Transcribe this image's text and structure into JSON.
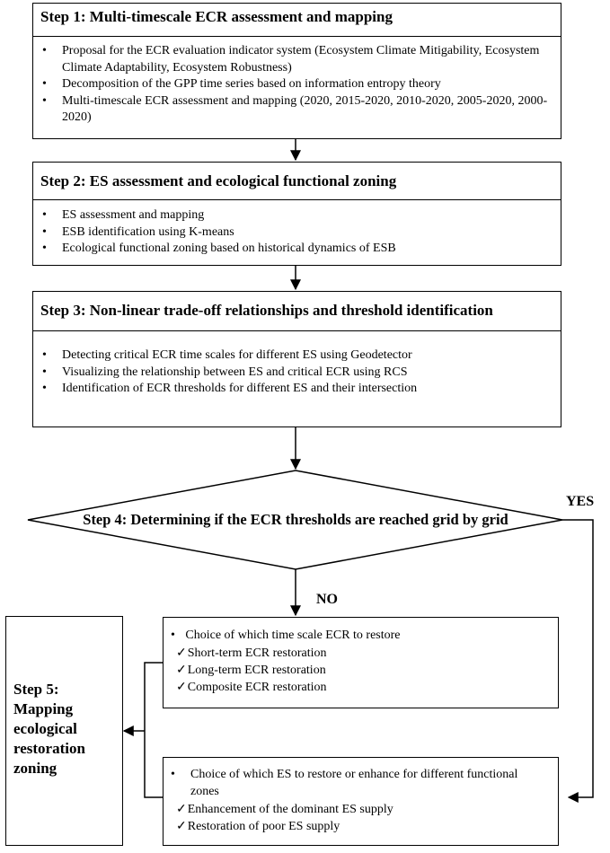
{
  "step1": {
    "title": "Step 1: Multi-timescale ECR assessment and mapping",
    "bullets": [
      "Proposal for the ECR evaluation indicator system (Ecosystem Climate Mitigability, Ecosystem Climate Adaptability, Ecosystem Robustness)",
      "Decomposition of the GPP time series  based on information entropy theory",
      "Multi-timescale ECR assessment and mapping (2020, 2015-2020, 2010-2020, 2005-2020, 2000-2020)"
    ]
  },
  "step2": {
    "title": "Step 2: ES assessment and ecological functional zoning",
    "bullets": [
      "ES assessment and mapping",
      "ESB identification using K-means",
      "Ecological functional zoning based on historical dynamics of ESB"
    ]
  },
  "step3": {
    "title": "Step 3: Non-linear trade-off relationships and threshold identification",
    "bullets": [
      "Detecting critical ECR time scales for different ES using Geodetector",
      "Visualizing the relationship between ES and critical  ECR using RCS",
      "Identification of ECR thresholds for different ES and their intersection"
    ]
  },
  "step4": {
    "title": "Step 4: Determining if the ECR thresholds are reached grid by grid",
    "yes_label": "YES",
    "no_label": "NO"
  },
  "step5": {
    "title_lines": [
      "Step 5:",
      "Mapping",
      "ecological",
      "restoration",
      "zoning"
    ]
  },
  "timescale_box": {
    "heading": "Choice of which time scale ECR to restore",
    "options": [
      "Short-term ECR restoration",
      "Long-term  ECR restoration",
      "Composite ECR restoration"
    ]
  },
  "es_box": {
    "heading": "Choice of which ES to restore or enhance for different functional zones",
    "options": [
      "Enhancement of the dominant ES supply",
      "Restoration of poor ES supply"
    ]
  }
}
